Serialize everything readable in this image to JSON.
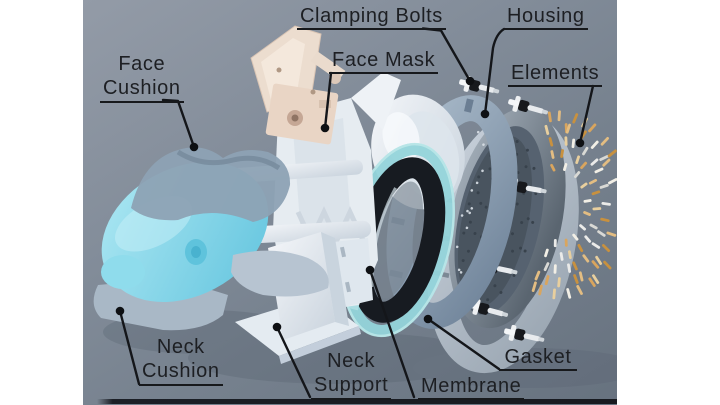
{
  "figure": {
    "kind": "exploded-view-3d-render",
    "description_labels_total": 9
  },
  "labels": [
    {
      "id": "face-cushion",
      "text": "Face\nCushion"
    },
    {
      "id": "clamping-bolts",
      "text": "Clamping Bolts"
    },
    {
      "id": "face-mask",
      "text": "Face Mask"
    },
    {
      "id": "housing",
      "text": "Housing"
    },
    {
      "id": "elements",
      "text": "Elements"
    },
    {
      "id": "neck-cushion",
      "text": "Neck\nCushion"
    },
    {
      "id": "neck-support",
      "text": "Neck\nSupport"
    },
    {
      "id": "membrane",
      "text": "Membrane"
    },
    {
      "id": "gasket",
      "text": "Gasket"
    }
  ],
  "colors": {
    "margin_white": "#ffffff",
    "background_top": "#939ba7",
    "background_bottom": "#67727f",
    "label_text": "#1d1f23",
    "leader_line": "#14161a",
    "head_cyan": "#86d8e8",
    "head_cyan_dark": "#5abedb",
    "cushion_gray": "#8da2b4",
    "white_part": "#edf1f5",
    "white_part_shadow": "#c6d0da",
    "clamp_beige": "#ecddcf",
    "seal_teal": "#93d4da",
    "membrane_black": "#171b21",
    "ring_blue_gray": "#8497ab",
    "housing_gray": "#7e8a96",
    "housing_dark": "#49545f",
    "gasket_gray": "#b9c3ce",
    "element_gold": "#d9a55e",
    "element_gold_light": "#e3bd82",
    "element_white": "#ebebe9",
    "bottom_strip": "#171a20"
  }
}
